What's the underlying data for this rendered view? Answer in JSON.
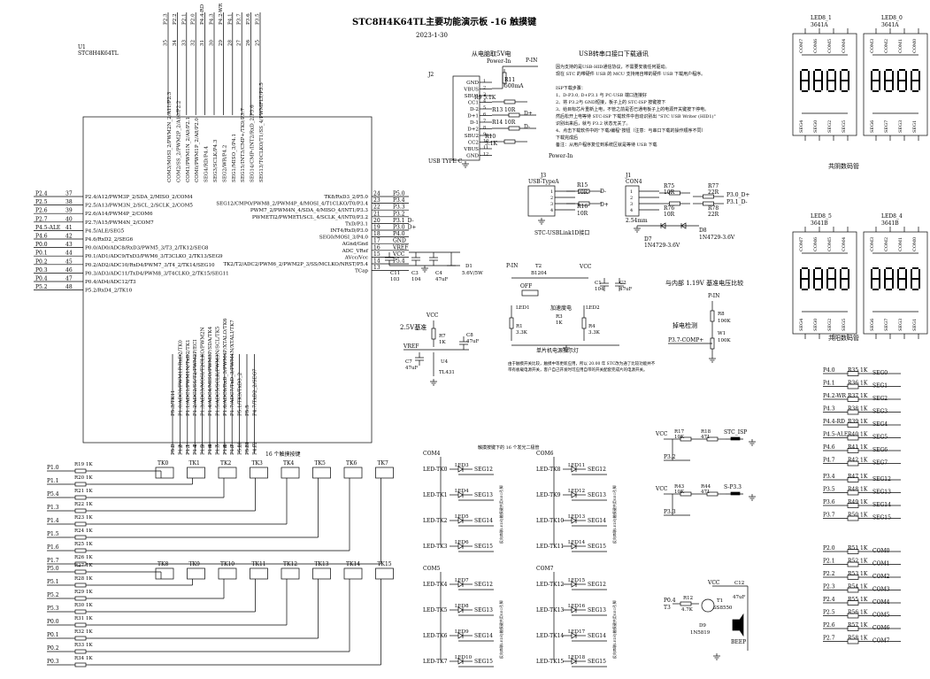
{
  "title": {
    "line1": "STC8H4K64TL主要功能演示板  -16 触摸键",
    "line2": "2023-1-30"
  },
  "mcu": {
    "ref": "U1",
    "part": "STC8H4K64TL",
    "left_pins": [
      {
        "num": "37",
        "net": "P2.4",
        "name": "P2.4/A12/PWM3P_2/SDA_2/MISO_2/COM4"
      },
      {
        "num": "38",
        "net": "P2.5",
        "name": "P2.5/A13/PWM3N_2/SCL_2/SCLK_2/COM5"
      },
      {
        "num": "39",
        "net": "P2.6",
        "name": "P2.6/A14/PWM4P_2/COM6"
      },
      {
        "num": "40",
        "net": "P2.7",
        "name": "P2.7/A15/PWM4N_2/COM7"
      },
      {
        "num": "41",
        "net": "P4.5-ALE",
        "name": "P4.5/ALE/SEG5"
      },
      {
        "num": "42",
        "net": "P4.6",
        "name": "P4.6/RxD2_2/SEG6"
      },
      {
        "num": "43",
        "net": "P0.0",
        "name": "P0.0/AD0/ADC8/RxD3/PWM5_3/T3_2/TK12/SEG8"
      },
      {
        "num": "44",
        "net": "P0.1",
        "name": "P0.1/AD1/ADC9/TxD3/PWM6_3/T3CLKO_2/TK13/SEG9"
      },
      {
        "num": "45",
        "net": "P0.2",
        "name": "P0.2/AD2/ADC10/RxD4/PWM7_3/T4_2/TK14/SEG10"
      },
      {
        "num": "46",
        "net": "P0.3",
        "name": "P0.3/AD3/ADC11/TxD4/PWM8_3/T4CLKO_2/TK15/SEG11"
      },
      {
        "num": "47",
        "net": "P0.4",
        "name": "P0.4/AD4/ADC12/T3"
      },
      {
        "num": "48",
        "net": "P5.2",
        "name": "P5.2/RxD4_2/TK10"
      }
    ],
    "right_pins": [
      {
        "num": "24",
        "net": "P5.0",
        "name": "TK8/RxD3_2/P5.0"
      },
      {
        "num": "23",
        "net": "P3.4",
        "name": "SEG12/CMPO/PWM8_2/PWM4P_4/MOSI_4/T1CLKO/T0/P3.4"
      },
      {
        "num": "22",
        "net": "P3.3",
        "name": "PWM7_2/PWM4N_4/SDA_4/MISO_4/INT1/P3.3"
      },
      {
        "num": "21",
        "net": "P3.2",
        "name": "PWMETI2/PWMETI/SCL_4/SCLK_4/INT0/P3.2"
      },
      {
        "num": "20",
        "net": "P3.1_D-",
        "name": "TxD/P3.1"
      },
      {
        "num": "19",
        "net": "P3.0_D+",
        "name": "INT4/RxD/P3.0"
      },
      {
        "num": "18",
        "net": "P4.0",
        "name": "SEG0/MOSI_3/P4.0"
      },
      {
        "num": "17",
        "net": "GND",
        "name": "AGnd/Gnd"
      },
      {
        "num": "16",
        "net": "VREF",
        "name": "ADC_VRef"
      },
      {
        "num": "15",
        "net": "VCC",
        "name": "AVcc/Vcc"
      },
      {
        "num": "14",
        "net": "P5.4",
        "name": "TK2/T2/ADC2/PWM6_2/PWM2P_3/SS/MCLKO/NRST/P5.4"
      },
      {
        "num": "13",
        "net": "",
        "name": "TCap"
      }
    ],
    "top_pins": [
      {
        "num": "35",
        "net": "P2.3",
        "name": "COM3/MOSI_2/PWM2N_2/A11/P2.3"
      },
      {
        "num": "34",
        "net": "P2.2",
        "name": "COM2/SS_2/PWM2P_2/A10/P2.2"
      },
      {
        "num": "33",
        "net": "P2.1",
        "name": "COM1/PWM1N_2/A9/P2.1"
      },
      {
        "num": "32",
        "net": "P2.0",
        "name": "COM0/PWM1P_2/A8/P2.0"
      },
      {
        "num": "31",
        "net": "P4.4-RD",
        "name": "SEG4/RD/P4.4"
      },
      {
        "num": "30",
        "net": "P4.3",
        "name": "SEG3/SCLK/P4.3"
      },
      {
        "num": "29",
        "net": "P4.2-WR",
        "name": "SEG2/WR/P4.2"
      },
      {
        "num": "28",
        "net": "P4.1",
        "name": "SEG1/MISO_3/P4.1"
      },
      {
        "num": "27",
        "net": "P3.7",
        "name": "SEG15/INT3/CMP+/TK9/P3.7"
      },
      {
        "num": "26",
        "net": "P3.6",
        "name": "SEG14/CMP-/INT2/RxD_2/P3.6"
      },
      {
        "num": "25",
        "net": "P3.5",
        "name": "SEG13/T0CLKO/T1/SS_4/PWMFLT/P3.5"
      }
    ],
    "bottom_pins": [
      {
        "num": "1",
        "net": "P5.3",
        "name": "P5.3/TK11"
      },
      {
        "num": "2",
        "net": "P1.0",
        "name": "P1.0/ADC0/PWM1P/RxD2/TK0"
      },
      {
        "num": "3",
        "net": "P1.1",
        "name": "P1.1/ADC1/PWM1N/TxD2/TK1"
      },
      {
        "num": "4",
        "net": "P1.2",
        "name": "P1.2/ADC2/SS/T2/PWM2P/ECI"
      },
      {
        "num": "5",
        "net": "P1.3",
        "name": "P1.3/ADC3/MOSI/T2CLKO/PWM2N"
      },
      {
        "num": "6",
        "net": "P1.4",
        "name": "P1.4/ADC4/MISO/PWM3P/SDA/TK4"
      },
      {
        "num": "7",
        "net": "P1.5",
        "name": "P1.5/ADC5/SCLK/PWM3N/SCL/TK5"
      },
      {
        "num": "8",
        "net": "P1.6",
        "name": "P1.6/ADC6/RxD_3/PWM4P/XTALO/TK6"
      },
      {
        "num": "9",
        "net": "P1.7",
        "name": "P1.7/ADC7/TxD_3/PWM4N/XTALI/TK7"
      },
      {
        "num": "10",
        "net": "P5.1",
        "name": "P5.1/TK9/TxD3_2"
      },
      {
        "num": "11",
        "net": "P5.5",
        "name": "P5.5"
      },
      {
        "num": "12",
        "net": "P4.7",
        "name": "P4.7/TxD2_2/SEG7"
      }
    ]
  },
  "usb_typec": {
    "ref": "J2",
    "label": "USB TYPE C",
    "pins": [
      {
        "num": "1",
        "name": "GND"
      },
      {
        "num": "2",
        "name": "VBUS"
      },
      {
        "num": "3",
        "name": "SBU1"
      },
      {
        "num": "4",
        "name": "CC1"
      },
      {
        "num": "5",
        "name": "D-2"
      },
      {
        "num": "6",
        "name": "D+1"
      },
      {
        "num": "7",
        "name": "D-1"
      },
      {
        "num": "8",
        "name": "D+2"
      },
      {
        "num": "9",
        "name": "SBU2"
      },
      {
        "num": "10",
        "name": "CC2"
      },
      {
        "num": "11",
        "name": "VBUS"
      },
      {
        "num": "12",
        "name": "GND"
      }
    ],
    "power_title": "从电脑取5V电",
    "power_net": "Power-In",
    "pin_net": "P-IN",
    "parts": [
      {
        "ref": "R11",
        "value": "500mA"
      },
      {
        "ref": "R9",
        "value": "5.1K"
      },
      {
        "ref": "R13",
        "value": "10R"
      },
      {
        "ref": "R14",
        "value": "10R"
      },
      {
        "ref": "R10",
        "value": "5.1K"
      }
    ],
    "dplus": "D+",
    "dminus": "D-"
  },
  "isp_note": {
    "title": "USB转串口接口下载通讯",
    "lines": [
      "因为支持的是USB-HID通信协议，不需要安装任何驱动。",
      "现在 STC 的带硬件 USB 的 MCU 支持用自带的硬件 USB 下载用户程序。",
      "",
      "ISP下载步骤：",
      "1、D-P3.0, D+P3.1 与 PC-USB 端口连接好",
      "2、将 P3.2与 GND短接，板子上的 STC-ISP 按键按下",
      "3、给目标芯片重新上电，不管之前是否已通电板子上的电源开关键按下停电。",
      "   然后松开上电等待 STC-ISP 下载软件中自动识别出 \"STC USB Writer (HID1)\"",
      "   识别出来后，就与 P3.2 状态无关了。",
      "4、点击下载软件中的\"下载/编程\"按钮（注意：与串口下载的操作顺序不同）",
      "   下载完成后",
      "备注：从用户程序复位到系统区就是等待 USB 下载"
    ]
  },
  "usb_a": {
    "ref": "J3",
    "part": "USB-TypeA",
    "label": "STC-USBLink1D接口",
    "parts": [
      {
        "ref": "R15",
        "value": "10R"
      },
      {
        "ref": "R16",
        "value": "10R"
      }
    ],
    "dplus": "D+",
    "dminus": "D-"
  },
  "con4": {
    "ref": "J1",
    "part": "CON4",
    "pitch": "2.54mm",
    "net": "Power-In",
    "parts": [
      {
        "ref": "R75",
        "value": "10R"
      },
      {
        "ref": "R76",
        "value": "10R"
      },
      {
        "ref": "R77",
        "value": "22R"
      },
      {
        "ref": "R78",
        "value": "22R"
      },
      {
        "ref": "D7",
        "value": "1N4729-3.6V"
      },
      {
        "ref": "D8",
        "value": "1N4729-3.6V"
      }
    ],
    "out_nets": [
      "P3.0_D+",
      "P3.1_D-"
    ]
  },
  "led_display_common_cathode": {
    "refs": [
      {
        "ref": "LED8_1",
        "part": "3641A"
      },
      {
        "ref": "LED8_0",
        "part": "3641A"
      }
    ],
    "caption": "共阴数码管",
    "top_pins": [
      "COM7",
      "COM6",
      "COM5",
      "COM4",
      "COM3",
      "COM2",
      "COM1",
      "COM0"
    ],
    "bottom_pins": [
      "SEG4",
      "SEG0",
      "SEG2",
      "SEG5",
      "SEG6",
      "SEG7",
      "SEG3",
      "SEG1"
    ]
  },
  "led_display_common_anode": {
    "refs": [
      {
        "ref": "LED8_5",
        "part": "3641B"
      },
      {
        "ref": "LED8_4",
        "part": "3641B"
      }
    ],
    "caption": "共阳数码管",
    "top_pins": [
      "COM7",
      "COM6",
      "COM5",
      "COM4",
      "COM3",
      "COM2",
      "COM1",
      "COM0"
    ],
    "bottom_pins": [
      "SEG4",
      "SEG0",
      "SEG2",
      "SEG5",
      "SEG6",
      "SEG7",
      "SEG3",
      "SEG1"
    ],
    "digit_text": "8888"
  },
  "power_decouple": {
    "parts": [
      {
        "ref": "C11",
        "value": "103"
      },
      {
        "ref": "C3",
        "value": "104"
      },
      {
        "ref": "C4",
        "value": "47uF"
      },
      {
        "ref": "D1",
        "value": "5.6V/5W"
      }
    ]
  },
  "power_switch": {
    "pin_net": "P-IN",
    "vcc": "VCC",
    "off_label": "OFF",
    "led_label": "加速度电",
    "caption": "单片机电源指示灯",
    "note": "由于触摸开关比较，触摸中等更新应用，所以 20.00 年 STC改为通了比较功能并不带有板载电源开关，客户自己开发时可应用自带的开关配套完成片的电源开关。",
    "parts": [
      {
        "ref": "T2",
        "value": "B1204"
      },
      {
        "ref": "LED1",
        "value": ""
      },
      {
        "ref": "LED2",
        "value": ""
      },
      {
        "ref": "R1",
        "value": "3.3K"
      },
      {
        "ref": "R3",
        "value": "1K"
      },
      {
        "ref": "R4",
        "value": "3.3K"
      },
      {
        "ref": "C1",
        "value": "104"
      },
      {
        "ref": "C2",
        "value": "47uF"
      }
    ]
  },
  "vref": {
    "title": "2.5V基准",
    "vcc": "VCC",
    "net": "VREF",
    "parts": [
      {
        "ref": "R7",
        "value": "1K"
      },
      {
        "ref": "C8",
        "value": "47uF"
      },
      {
        "ref": "C7",
        "value": "47uF"
      },
      {
        "ref": "U4",
        "value": "TL431"
      }
    ]
  },
  "comparator": {
    "title": "与内部 1.19V 基准电压比较",
    "pin_net": "P-IN",
    "label": "掉电检测",
    "net": "P3.7-COMP+",
    "parts": [
      {
        "ref": "R8",
        "value": "100K"
      },
      {
        "ref": "W1",
        "value": "100K"
      }
    ]
  },
  "touch_keys": {
    "title": "16 个触摸按键",
    "row1": {
      "nets": [
        "P1.0",
        "P1.1",
        "P5.4",
        "P1.3",
        "P1.4",
        "P1.5",
        "P1.6",
        "P1.7"
      ],
      "resistors": [
        "R19",
        "R20",
        "R21",
        "R22",
        "R23",
        "R24",
        "R25",
        "R26"
      ],
      "keys": [
        "TK0",
        "TK1",
        "TK2",
        "TK3",
        "TK4",
        "TK5",
        "TK6",
        "TK7"
      ]
    },
    "row2": {
      "nets": [
        "P5.0",
        "P5.1",
        "P5.2",
        "P5.3",
        "P0.0",
        "P0.1",
        "P0.2",
        "P0.3"
      ],
      "resistors": [
        "R27",
        "R28",
        "R29",
        "R30",
        "R31",
        "R32",
        "R33",
        "R34"
      ],
      "keys": [
        "TK8",
        "TK9",
        "TK10",
        "TK11",
        "TK12",
        "TK13",
        "TK14",
        "TK15"
      ]
    },
    "rvalue": "1K"
  },
  "led_matrix": {
    "note": "触摸按键下的 16 个发光二极管",
    "side_note": "反向串联LED与触摸键共用SEG引脚",
    "groups": [
      {
        "com": "COM4",
        "rows": [
          {
            "net": "LED-TK0",
            "ref": "LED3",
            "seg": "SEG12"
          },
          {
            "net": "LED-TK1",
            "ref": "LED4",
            "seg": "SEG13"
          },
          {
            "net": "LED-TK2",
            "ref": "LED5",
            "seg": "SEG14"
          },
          {
            "net": "LED-TK3",
            "ref": "LED6",
            "seg": "SEG15"
          }
        ]
      },
      {
        "com": "COM6",
        "rows": [
          {
            "net": "LED-TK8",
            "ref": "LED11",
            "seg": "SEG12"
          },
          {
            "net": "LED-TK9",
            "ref": "LED12",
            "seg": "SEG13"
          },
          {
            "net": "LED-TK10",
            "ref": "LED13",
            "seg": "SEG14"
          },
          {
            "net": "LED-TK11",
            "ref": "LED14",
            "seg": "SEG15"
          }
        ]
      },
      {
        "com": "COM5",
        "rows": [
          {
            "net": "LED-TK4",
            "ref": "LED7",
            "seg": "SEG12"
          },
          {
            "net": "LED-TK5",
            "ref": "LED8",
            "seg": "SEG13"
          },
          {
            "net": "LED-TK6",
            "ref": "LED9",
            "seg": "SEG14"
          },
          {
            "net": "LED-TK7",
            "ref": "LED10",
            "seg": "SEG15"
          }
        ]
      },
      {
        "com": "COM7",
        "rows": [
          {
            "net": "LED-TK12",
            "ref": "LED15",
            "seg": "SEG12"
          },
          {
            "net": "LED-TK13",
            "ref": "LED16",
            "seg": "SEG13"
          },
          {
            "net": "LED-TK14",
            "ref": "LED17",
            "seg": "SEG14"
          },
          {
            "net": "LED-TK15",
            "ref": "LED18",
            "seg": "SEG15"
          }
        ]
      }
    ]
  },
  "isp_key": {
    "vcc": "VCC",
    "net": "P3.2",
    "switch": "STC_ISP",
    "parts": [
      {
        "ref": "R17",
        "value": "10K"
      },
      {
        "ref": "R18",
        "value": "471"
      }
    ]
  },
  "key_p33": {
    "vcc": "VCC",
    "net": "P3.3",
    "switch": "S-P3.3",
    "parts": [
      {
        "ref": "R43",
        "value": "10K"
      },
      {
        "ref": "R44",
        "value": "471"
      }
    ]
  },
  "buzzer": {
    "vcc": "VCC",
    "net": "P0.4",
    "net2": "T3",
    "parts": [
      {
        "ref": "R12",
        "value": "4.7K"
      },
      {
        "ref": "T1",
        "value": "SS8550"
      },
      {
        "ref": "D9",
        "value": "1N5819"
      },
      {
        "ref": "C12",
        "value": "47uF"
      }
    ],
    "label": "BEEP"
  },
  "seg_resistors": [
    {
      "net": "P4.0",
      "ref": "R35",
      "value": "1K",
      "seg": "SEG0"
    },
    {
      "net": "P4.1",
      "ref": "R36",
      "value": "1K",
      "seg": "SEG1"
    },
    {
      "net": "P4.2-WR",
      "ref": "R37",
      "value": "1K",
      "seg": "SEG2"
    },
    {
      "net": "P4.3",
      "ref": "R38",
      "value": "1K",
      "seg": "SEG3"
    },
    {
      "net": "P4.4-RD",
      "ref": "R39",
      "value": "1K",
      "seg": "SEG4"
    },
    {
      "net": "P4.5-ALE",
      "ref": "R40",
      "value": "1K",
      "seg": "SEG5"
    },
    {
      "net": "P4.6",
      "ref": "R41",
      "value": "1K",
      "seg": "SEG6"
    },
    {
      "net": "P4.7",
      "ref": "R42",
      "value": "1K",
      "seg": "SEG7"
    },
    {
      "net": "P3.4",
      "ref": "R47",
      "value": "1K",
      "seg": "SEG12"
    },
    {
      "net": "P3.5",
      "ref": "R48",
      "value": "1K",
      "seg": "SEG13"
    },
    {
      "net": "P3.6",
      "ref": "R49",
      "value": "1K",
      "seg": "SEG14"
    },
    {
      "net": "P3.7",
      "ref": "R50",
      "value": "1K",
      "seg": "SEG15"
    }
  ],
  "com_resistors": [
    {
      "net": "P2.0",
      "ref": "R51",
      "value": "1K",
      "com": "COM0"
    },
    {
      "net": "P2.1",
      "ref": "R52",
      "value": "1K",
      "com": "COM1"
    },
    {
      "net": "P2.2",
      "ref": "R53",
      "value": "1K",
      "com": "COM2"
    },
    {
      "net": "P2.3",
      "ref": "R54",
      "value": "1K",
      "com": "COM3"
    },
    {
      "net": "P2.4",
      "ref": "R55",
      "value": "1K",
      "com": "COM4"
    },
    {
      "net": "P2.5",
      "ref": "R56",
      "value": "1K",
      "com": "COM5"
    },
    {
      "net": "P2.6",
      "ref": "R57",
      "value": "1K",
      "com": "COM6"
    },
    {
      "net": "P2.7",
      "ref": "R58",
      "value": "1K",
      "com": "COM7"
    }
  ]
}
